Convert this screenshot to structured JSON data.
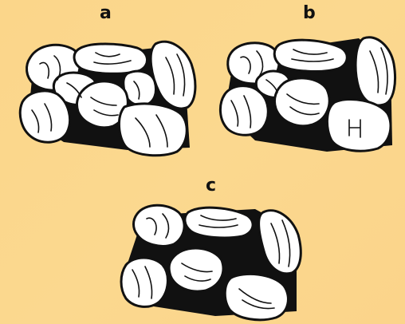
{
  "panels": {
    "a": {
      "label": "a"
    },
    "b": {
      "label": "b"
    },
    "c": {
      "label": "c"
    }
  },
  "colors": {
    "background": "#fbd68a",
    "grain_fill": "#ffffff",
    "matrix_fill": "#111111"
  }
}
